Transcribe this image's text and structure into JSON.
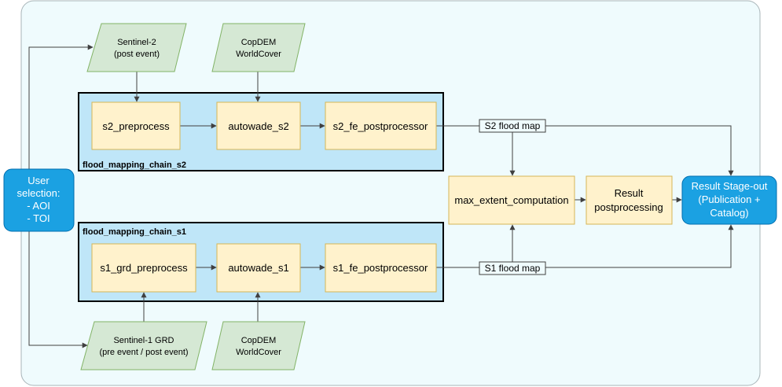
{
  "inputs": {
    "sentinel2": {
      "line1": "Sentinel-2",
      "line2": "(post event)"
    },
    "copdem_top": {
      "line1": "CopDEM",
      "line2": "WorldCover"
    },
    "sentinel1": {
      "line1": "Sentinel-1 GRD",
      "line2": "(pre event / post event)"
    },
    "copdem_bottom": {
      "line1": "CopDEM",
      "line2": "WorldCover"
    }
  },
  "user_selection": {
    "line1": "User",
    "line2": "selection:",
    "line3": "- AOI",
    "line4": "- TOI"
  },
  "chain_s2": {
    "title": "flood_mapping_chain_s2",
    "steps": [
      "s2_preprocess",
      "autowade_s2",
      "s2_fe_postprocessor"
    ]
  },
  "chain_s1": {
    "title": "flood_mapping_chain_s1",
    "steps": [
      "s1_grd_preprocess",
      "autowade_s1",
      "s1_fe_postprocessor"
    ]
  },
  "edge_labels": {
    "s2": "S2 flood map",
    "s1": "S1 flood map"
  },
  "max_extent": "max_extent_computation",
  "result_post": {
    "line1": "Result",
    "line2": "postprocessing"
  },
  "stage_out": {
    "line1": "Result Stage-out",
    "line2": "(Publication +",
    "line3": "Catalog)"
  },
  "colors": {
    "canvas_bg": "#effbfd",
    "canvas_border": "#a8b4b8",
    "input_fill": "#d5e8d4",
    "input_stroke": "#82b366",
    "process_fill": "#fff2cc",
    "process_stroke": "#d6b656",
    "chain_fill": "#bfe6f8",
    "chain_stroke": "#000000",
    "user_fill": "#1ba1e2",
    "user_stroke": "#006eaf",
    "edge": "#404040"
  }
}
